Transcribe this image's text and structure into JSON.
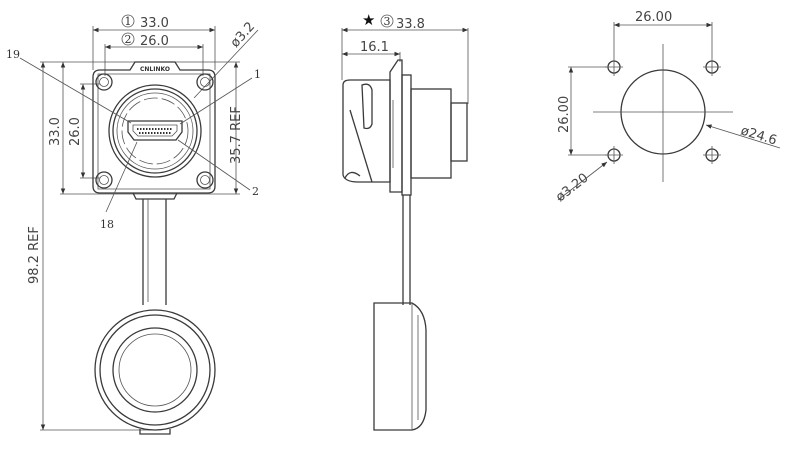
{
  "front_view": {
    "dim_width_outer": {
      "marker": "1",
      "value": "33.0"
    },
    "dim_width_holes": {
      "marker": "2",
      "value": "26.0"
    },
    "hole_diameter": "ø3.2",
    "dim_height_outer": "33.0",
    "dim_height_holes": "26.0",
    "dim_height_ref": "35.7 REF",
    "overall_length": "98.2 REF",
    "logo_text": "CNLINKO",
    "callouts": [
      "19",
      "1",
      "2",
      "18"
    ]
  },
  "side_view": {
    "dim_depth": {
      "marker": "3",
      "value": "33.8",
      "critical_symbol": "★"
    },
    "dim_front_depth": "16.1"
  },
  "panel_cutout": {
    "dim_horizontal": "26.00",
    "dim_vertical": "26.00",
    "cutout_diameter": "ø24.6",
    "hole_diameter": "ø3.20"
  }
}
